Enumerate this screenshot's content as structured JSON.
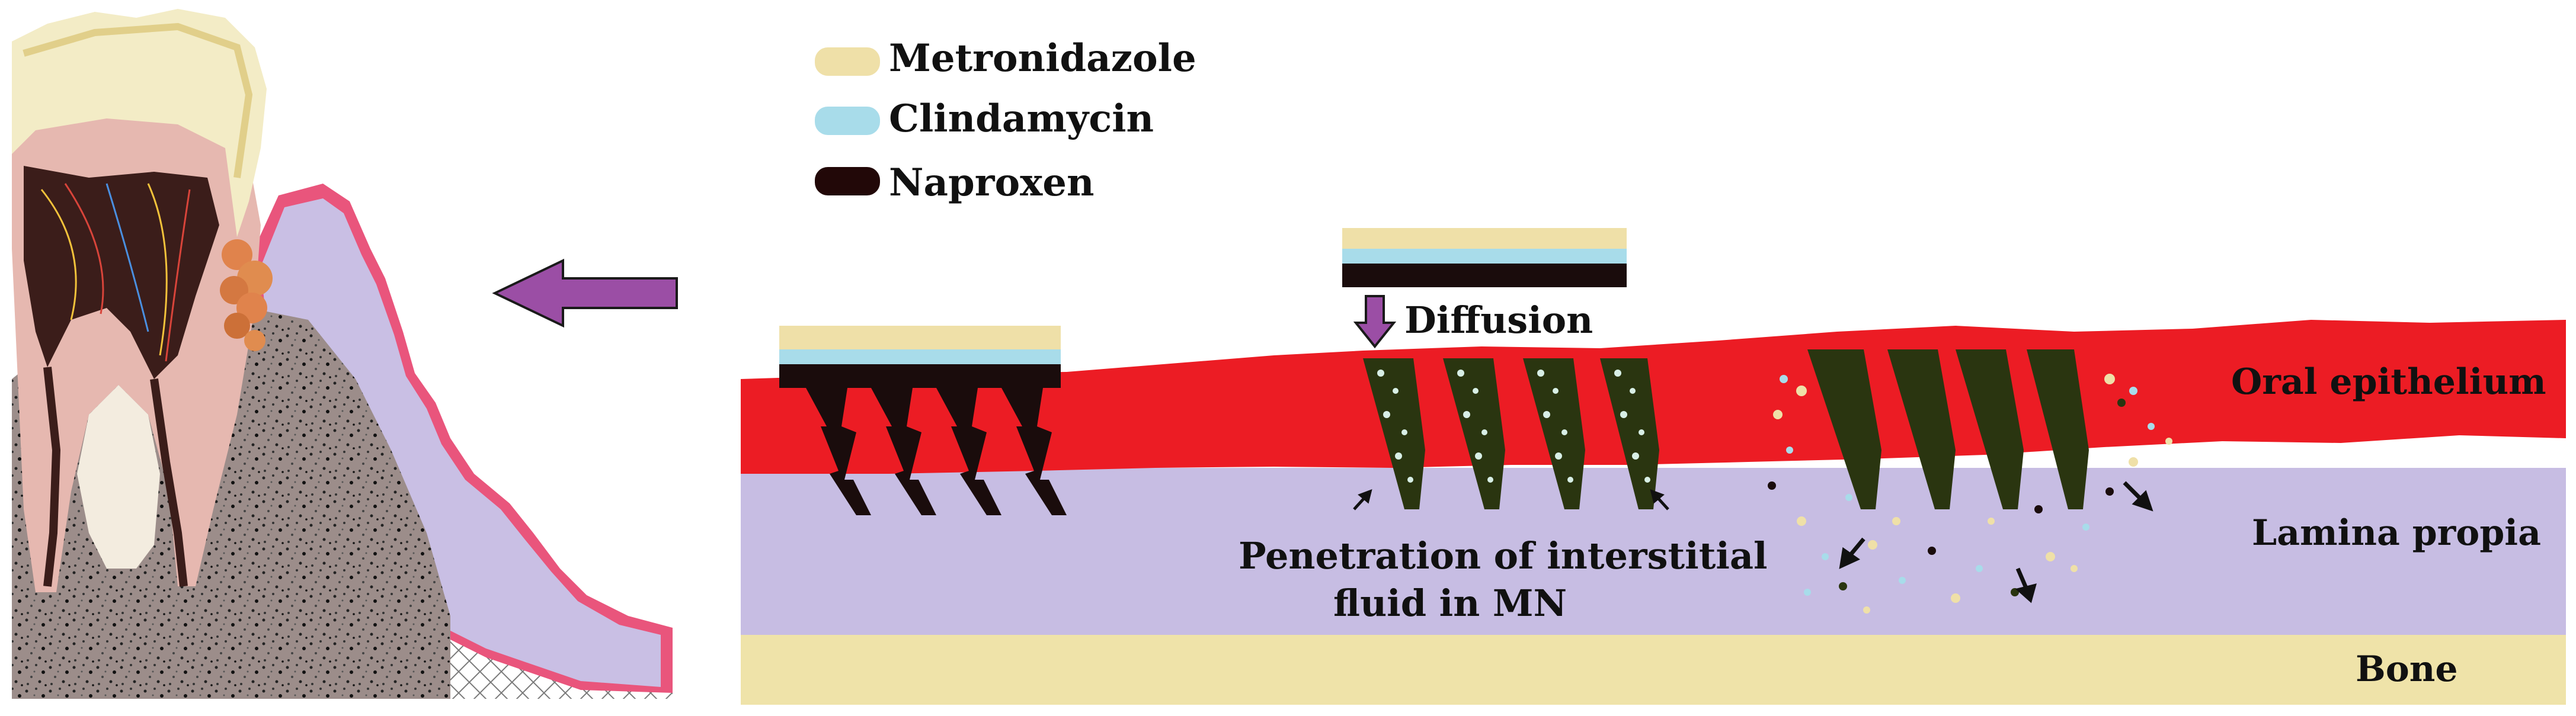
{
  "legend": {
    "items": [
      {
        "label": "Metronidazole",
        "color": "#efe0a8"
      },
      {
        "label": "Clindamycin",
        "color": "#a8dcea"
      },
      {
        "label": "Naproxen",
        "color": "#220808"
      }
    ]
  },
  "layers": {
    "epithelium": {
      "label": "Oral epithelium",
      "color": "#ec1c24"
    },
    "lamina": {
      "label": "Lamina propia",
      "color": "#c7bde3"
    },
    "bone": {
      "label": "Bone",
      "color": "#efe3a9"
    }
  },
  "annotations": {
    "diffusion": "Diffusion",
    "penetration_line1": "Penetration of interstitial",
    "penetration_line2": "fluid in MN"
  },
  "colors": {
    "arrow_fill": "#9b4ea5",
    "needle_dark": "#2a3510",
    "needle_black": "#1a0c0c"
  }
}
